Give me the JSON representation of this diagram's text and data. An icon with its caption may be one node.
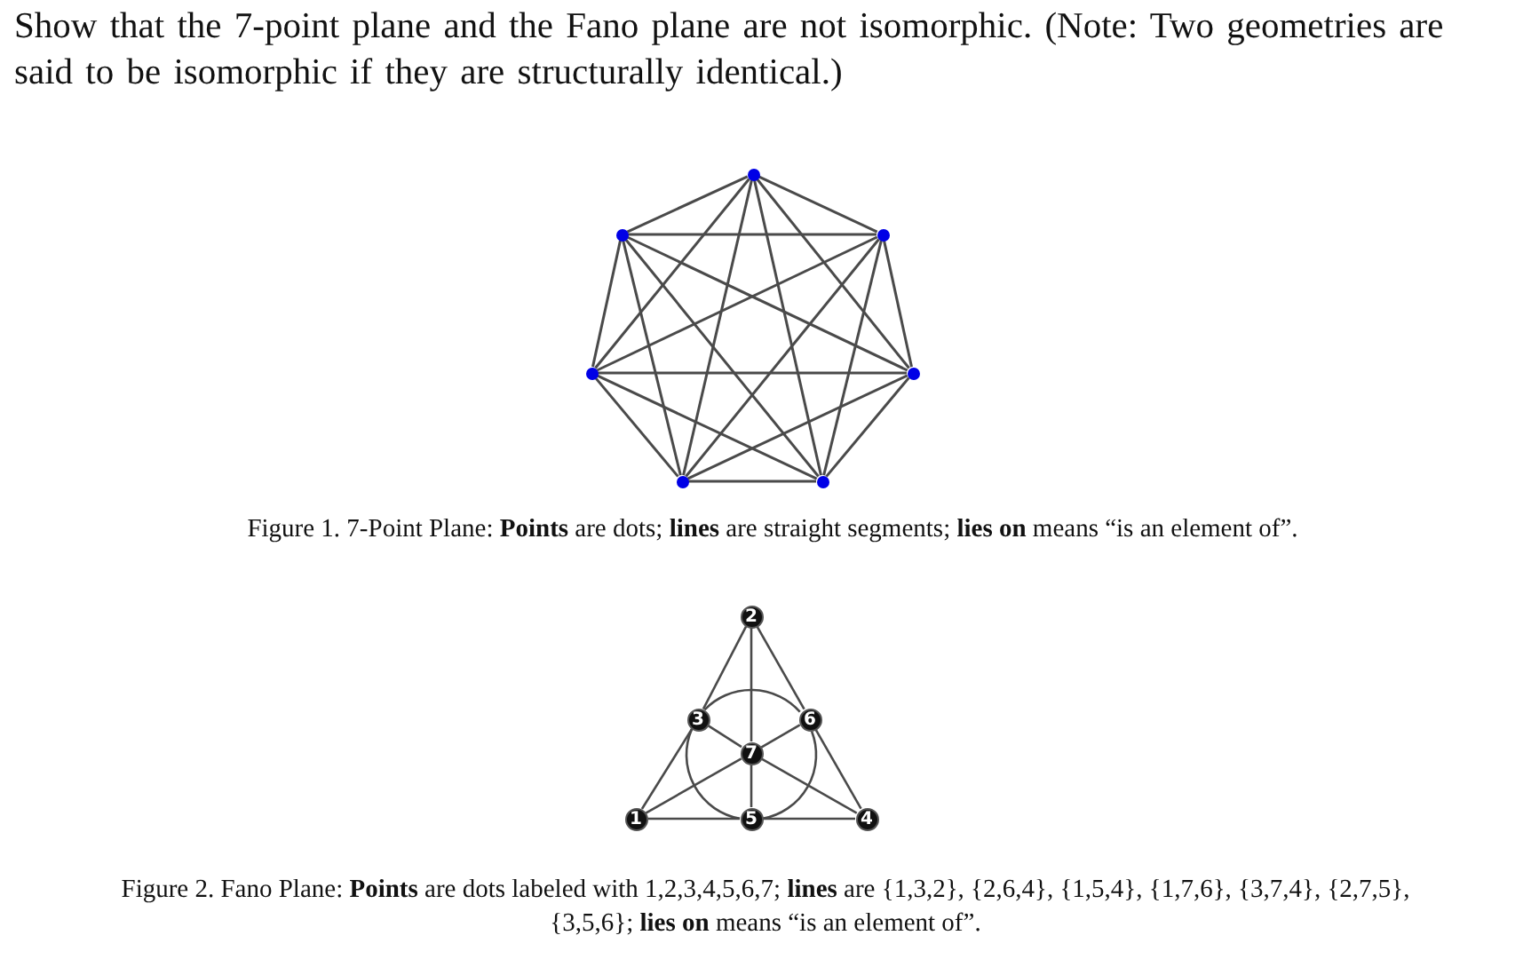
{
  "diagram": {
    "title": "Show that the 7-point plane and the Fano plane are not isomorphic. (Note: Two geometries are said to be isomorphic if they are structurally identical.)",
    "nodes": [
      {
        "text": [],
        "shape": "circle"
      },
      {
        "text": [],
        "shape": "circle"
      },
      {
        "text": [],
        "shape": "circle"
      },
      {
        "text": [],
        "shape": "circle"
      },
      {
        "text": [],
        "shape": "circle"
      },
      {
        "text": [],
        "shape": "circle"
      },
      {
        "text": [],
        "shape": "circle"
      },
      {
        "text": [
          "2"
        ]
      },
      {
        "text": [
          "3"
        ]
      },
      {
        "text": [
          "6"
        ]
      },
      {
        "text": [
          "7"
        ]
      },
      {
        "text": [
          "1"
        ]
      },
      {
        "text": [
          "5"
        ]
      },
      {
        "text": [
          "4"
        ]
      }
    ],
    "edges": [
      {
        "from": 0,
        "to": 1,
        "arrow": "none"
      },
      {
        "from": 0,
        "to": 2,
        "arrow": "none"
      },
      {
        "from": 0,
        "to": 3,
        "arrow": "none"
      },
      {
        "from": 0,
        "to": 4,
        "arrow": "none"
      },
      {
        "from": 0,
        "to": 5,
        "arrow": "none"
      },
      {
        "from": 0,
        "to": 6,
        "arrow": "none"
      },
      {
        "from": 1,
        "to": 2,
        "arrow": "none"
      },
      {
        "from": 1,
        "to": 3,
        "arrow": "none"
      },
      {
        "from": 1,
        "to": 4,
        "arrow": "none"
      },
      {
        "from": 1,
        "to": 5,
        "arrow": "none"
      },
      {
        "from": 1,
        "to": 6,
        "arrow": "none"
      },
      {
        "from": 2,
        "to": 3,
        "arrow": "none"
      },
      {
        "from": 2,
        "to": 4,
        "arrow": "none"
      },
      {
        "from": 2,
        "to": 5,
        "arrow": "none"
      },
      {
        "from": 2,
        "to": 6,
        "arrow": "none"
      },
      {
        "from": 3,
        "to": 4,
        "arrow": "none"
      },
      {
        "from": 3,
        "to": 5,
        "arrow": "none"
      },
      {
        "from": 3,
        "to": 6,
        "arrow": "none"
      },
      {
        "from": 4,
        "to": 5,
        "arrow": "none"
      },
      {
        "from": 4,
        "to": 6,
        "arrow": "none"
      },
      {
        "from": 5,
        "to": 6,
        "arrow": "none"
      },
      {
        "from": 11,
        "to": 8,
        "arrow": "none"
      },
      {
        "from": 8,
        "to": 7,
        "arrow": "none"
      },
      {
        "from": 7,
        "to": 9,
        "arrow": "none"
      },
      {
        "from": 9,
        "to": 13,
        "arrow": "none"
      },
      {
        "from": 11,
        "to": 12,
        "arrow": "none"
      },
      {
        "from": 12,
        "to": 13,
        "arrow": "none"
      },
      {
        "from": 11,
        "to": 10,
        "arrow": "none"
      },
      {
        "from": 10,
        "to": 9,
        "arrow": "none"
      },
      {
        "from": 8,
        "to": 10,
        "arrow": "none"
      },
      {
        "from": 10,
        "to": 13,
        "arrow": "none"
      },
      {
        "from": 7,
        "to": 10,
        "arrow": "none"
      },
      {
        "from": 10,
        "to": 12,
        "arrow": "none"
      },
      {
        "from": 8,
        "to": 12,
        "arrow": "none"
      },
      {
        "from": 12,
        "to": 9,
        "arrow": "none"
      },
      {
        "from": 9,
        "to": 8,
        "arrow": "none"
      }
    ],
    "labels": [
      "Figure 1. 7-Point Plane: **Points** are dots; **lines** are straight segments; **lies on** means “is an element of”.",
      "Figure 2. Fano Plane: **Points** are dots labeled with 1,2,3,4,5,6,7; **lines** are {1,3,2}, {2,6,4}, {1,5,4}, {1,7,6}, {3,7,4}, {2,7,5}, {3,5,6}; **lies on** means “is an element of”."
    ]
  }
}
